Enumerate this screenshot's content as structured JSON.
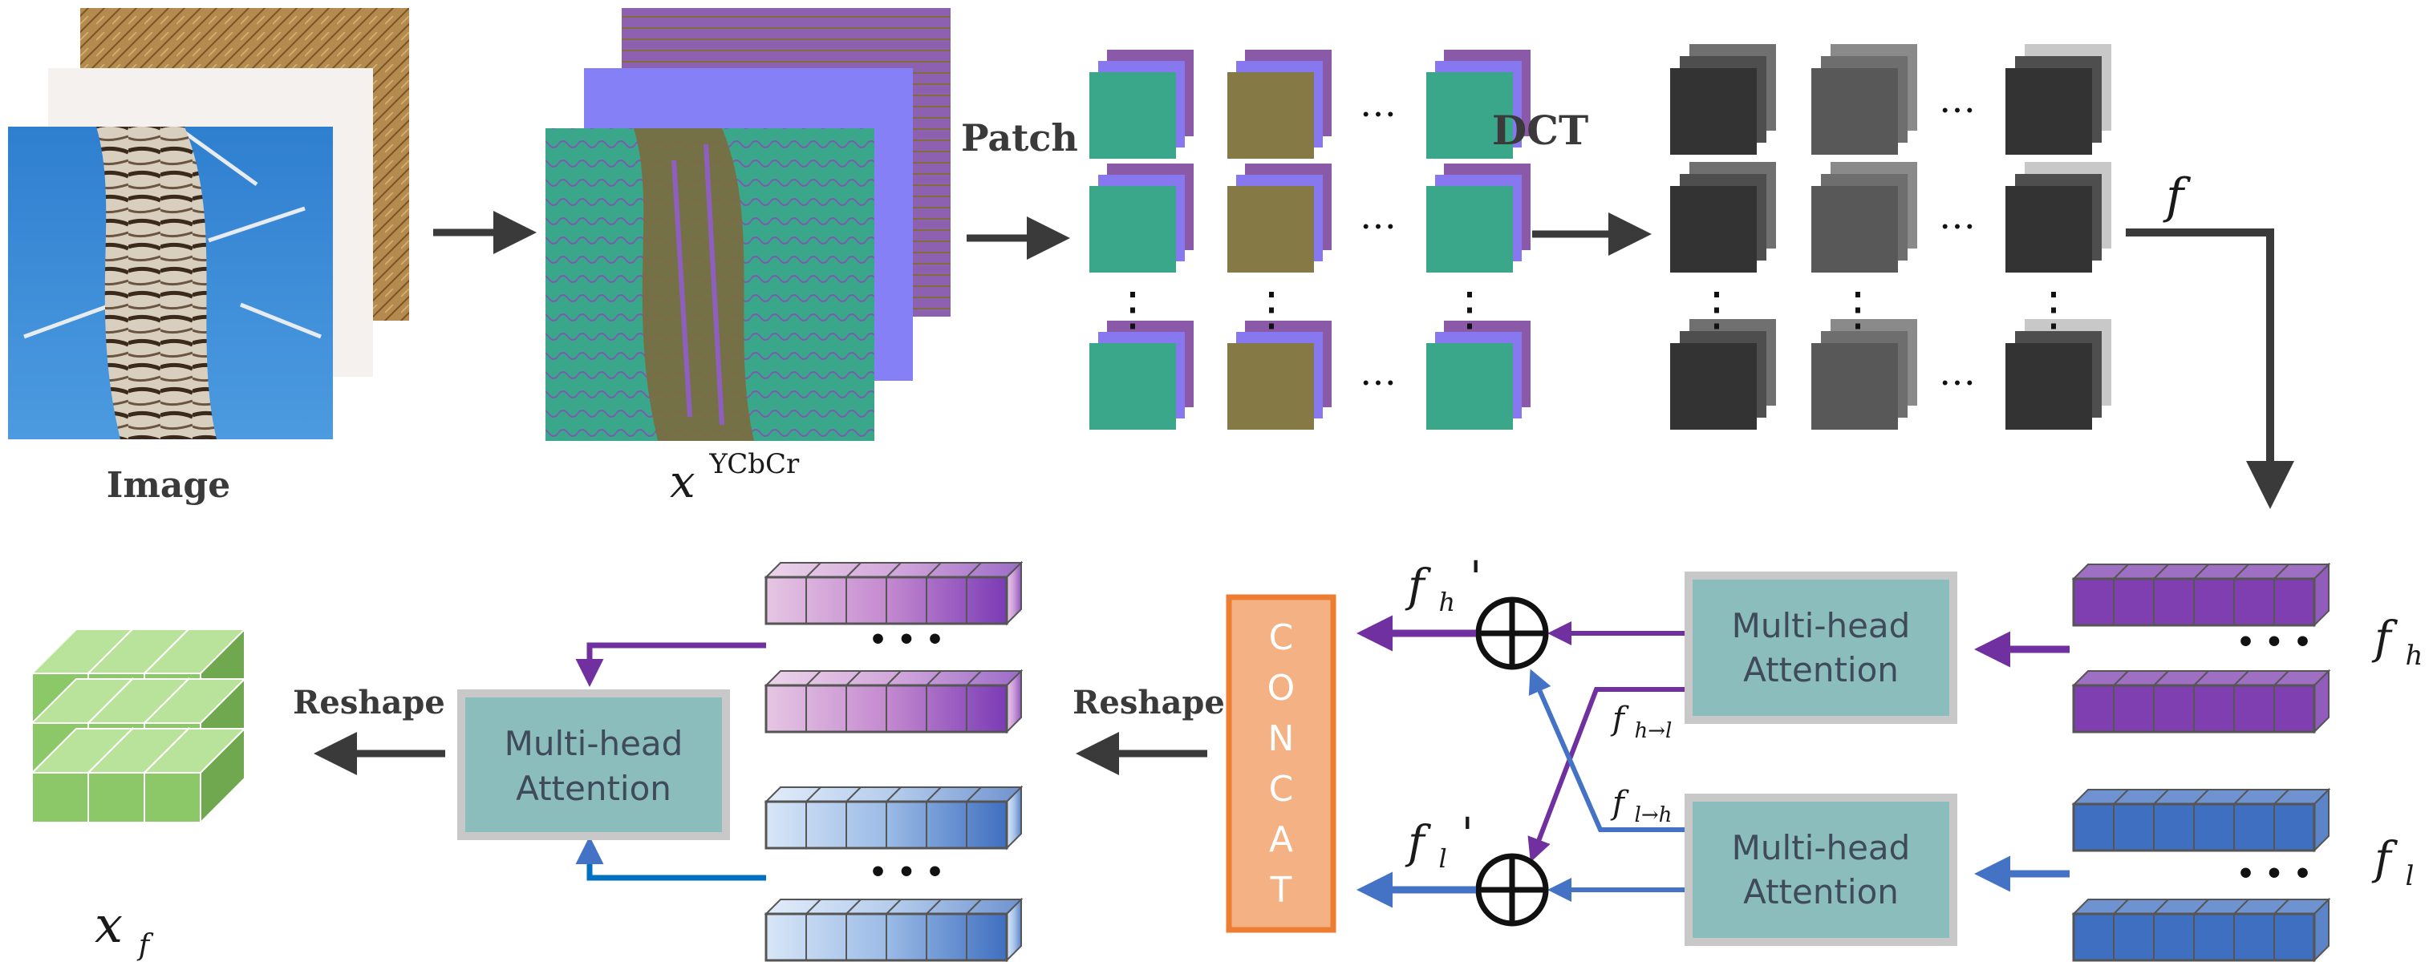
{
  "labels": {
    "image": "Image",
    "ycbcr_base": "x",
    "ycbcr_sup": "YCbCr",
    "patch": "Patch",
    "dct": "DCT",
    "f": "f",
    "fh_base": "f",
    "fh_sub": "h",
    "fl_base": "f",
    "fl_sub": "l",
    "fh_prime_base": "f",
    "fh_prime_sub": "h",
    "prime": "'",
    "fl_prime_base": "f",
    "fl_prime_sub": "l",
    "f_h2l_base": "f",
    "f_h2l_sub": "h→l",
    "f_l2h_base": "f",
    "f_l2h_sub": "l→h",
    "xf_base": "x",
    "xf_sub": "f",
    "reshape_left": "Reshape",
    "reshape_mid": "Reshape",
    "mha1_line1": "Multi-head",
    "mha1_line2": "Attention",
    "mha2_line1": "Multi-head",
    "mha2_line2": "Attention",
    "mha3_line1": "Multi-head",
    "mha3_line2": "Attention",
    "concat_letters": [
      "C",
      "O",
      "N",
      "C",
      "A",
      "T"
    ],
    "ellipsis_h": "…",
    "ellipsis_v": "⋮",
    "dots": "• • •"
  },
  "colors": {
    "arrow_dark": "#3a3a3a",
    "arrow_purple": "#7030a0",
    "arrow_blue": "#4472c4",
    "patch_green": "#3aa68a",
    "patch_olive": "#857a45",
    "patch_purple": "#8a5aa8",
    "patch_blue": "#8878f0",
    "dct_dark": "#333333",
    "dct_mid": "#5b5b5b",
    "mha_fill": "#8bbdbd",
    "mha_border": "#c8c8c8",
    "concat_fill": "#f4b183",
    "concat_border": "#ed7d31",
    "token_purple": "#7f3fb0",
    "token_blue": "#3f6fc0",
    "xf_green": "#8cc867"
  }
}
